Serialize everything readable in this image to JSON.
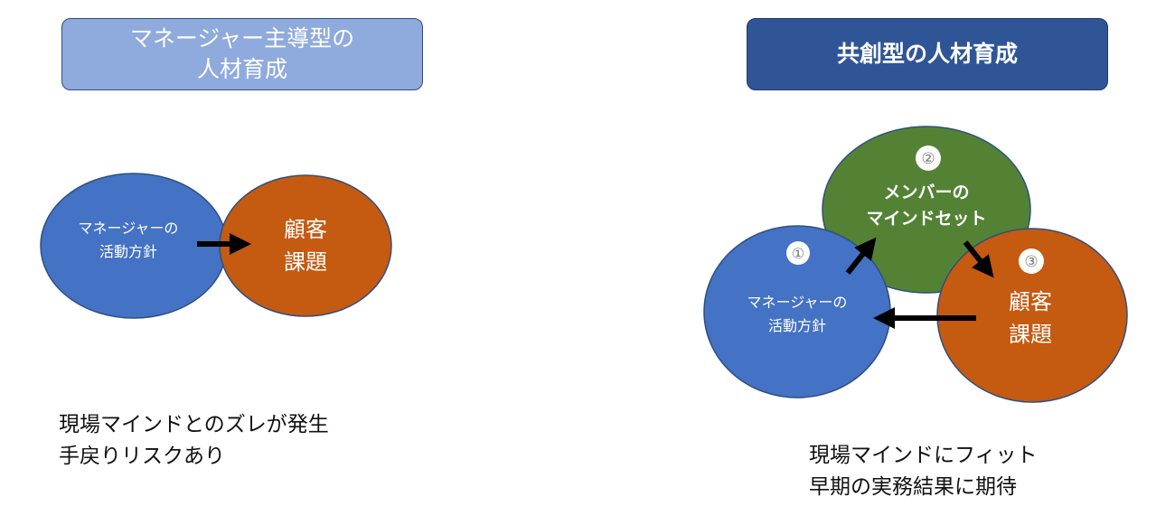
{
  "left_panel": {
    "title_lines": [
      "マネージャー主導型の",
      "人材育成"
    ],
    "circle_manager": [
      "マネージャーの",
      "活動方針"
    ],
    "circle_customer": [
      "顧客",
      "課題"
    ],
    "caption_lines": [
      "現場マインドとのズレが発生",
      "手戻りリスクあり"
    ]
  },
  "right_panel": {
    "title": "共創型の人材育成",
    "circle_manager": {
      "number": "①",
      "lines": [
        "マネージャーの",
        "活動方針"
      ]
    },
    "circle_member": {
      "number": "②",
      "lines": [
        "メンバーの",
        "マインドセット"
      ]
    },
    "circle_customer": {
      "number": "③",
      "lines": [
        "顧客",
        "課題"
      ]
    },
    "caption_lines": [
      "現場マインドにフィット",
      "早期の実務結果に期待"
    ]
  },
  "colors": {
    "blue": "#4472c4",
    "orange": "#c55a11",
    "green": "#548235",
    "header_light": "#8faadc",
    "header_dark": "#2f5597"
  }
}
